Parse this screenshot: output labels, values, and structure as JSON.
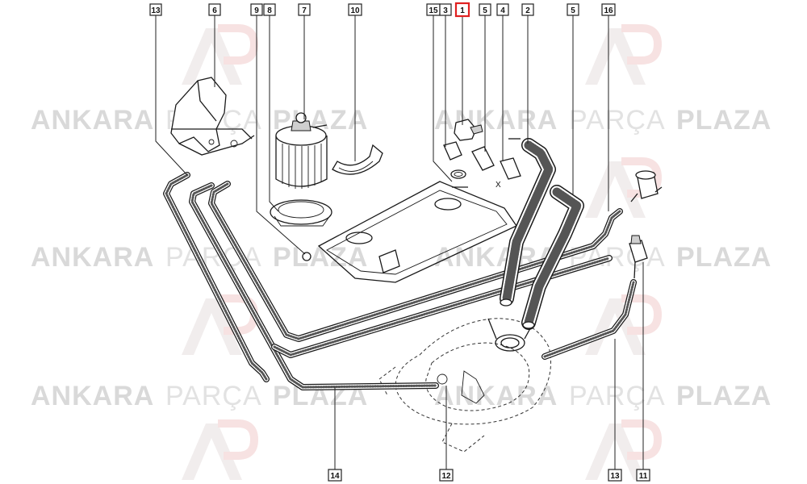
{
  "watermark": {
    "word1": "ANKARA",
    "word2": "PARÇA",
    "word3": "PLAZA",
    "color": "#d9d9d9",
    "logo_color": "#e8e0e0"
  },
  "callouts": [
    {
      "id": "c13a",
      "label": "13",
      "highlight": false
    },
    {
      "id": "c6",
      "label": "6",
      "highlight": false
    },
    {
      "id": "c9",
      "label": "9",
      "highlight": false
    },
    {
      "id": "c8",
      "label": "8",
      "highlight": false
    },
    {
      "id": "c7",
      "label": "7",
      "highlight": false
    },
    {
      "id": "c10",
      "label": "10",
      "highlight": false
    },
    {
      "id": "c15",
      "label": "15",
      "highlight": false
    },
    {
      "id": "c3",
      "label": "3",
      "highlight": false
    },
    {
      "id": "c1",
      "label": "1",
      "highlight": true
    },
    {
      "id": "c5a",
      "label": "5",
      "highlight": false
    },
    {
      "id": "c4",
      "label": "4",
      "highlight": false
    },
    {
      "id": "c2",
      "label": "2",
      "highlight": false
    },
    {
      "id": "c5b",
      "label": "5",
      "highlight": false
    },
    {
      "id": "c16",
      "label": "16",
      "highlight": false
    },
    {
      "id": "c14",
      "label": "14",
      "highlight": false
    },
    {
      "id": "c12",
      "label": "12",
      "highlight": false
    },
    {
      "id": "c13b",
      "label": "13",
      "highlight": false
    },
    {
      "id": "c11",
      "label": "11",
      "highlight": false
    }
  ],
  "annotation_x": "X",
  "colors": {
    "highlight": "#e02020",
    "ink": "#1a1a1a"
  }
}
